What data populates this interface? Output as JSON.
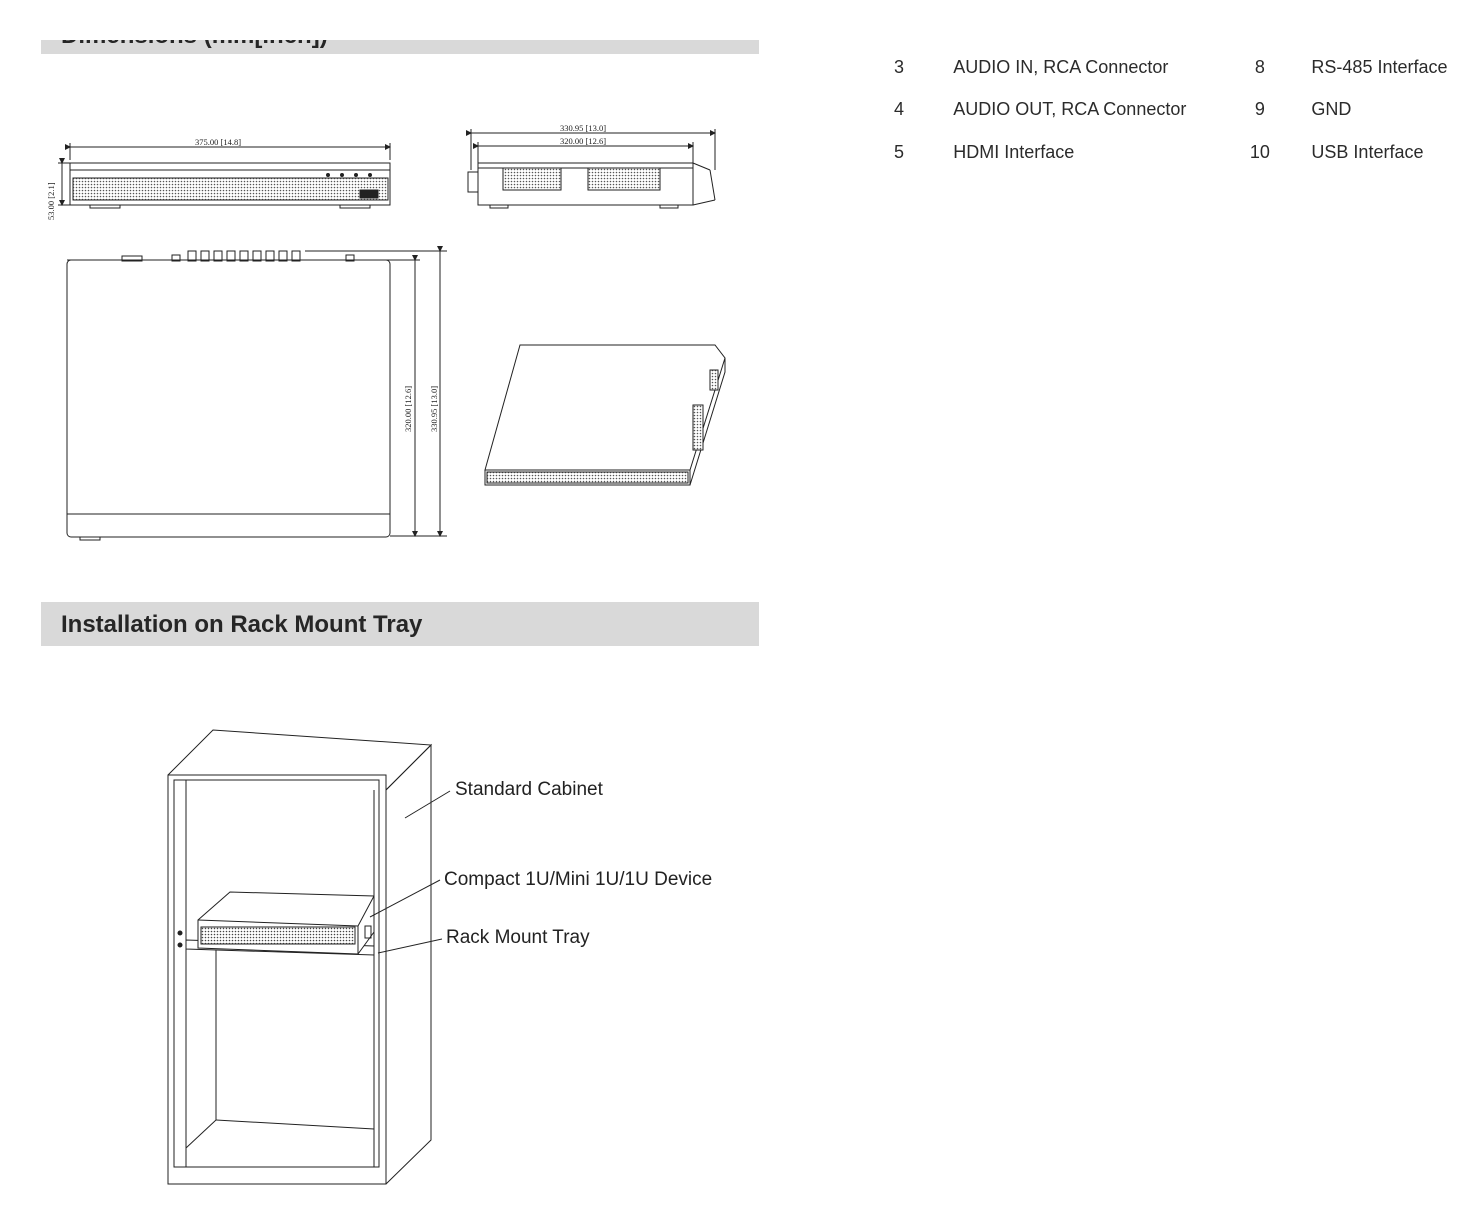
{
  "sections": {
    "dimensions_title": "Dimensions (mm[inch])",
    "rack_title": "Installation on Rack Mount Tray"
  },
  "dimensions": {
    "front_width": "375.00  [14.8]",
    "front_height": "53.00  [2.1]",
    "side_outer": "330.95  [13.0]",
    "side_inner": "320.00  [12.6]",
    "top_inner": "320.00  [12.6]",
    "top_outer": "330.95  [13.0]"
  },
  "rack_labels": {
    "cabinet": "Standard Cabinet",
    "device": "Compact 1U/Mini 1U/1U Device",
    "tray": "Rack Mount Tray"
  },
  "ports": [
    {
      "num_a": "3",
      "desc_a": "AUDIO IN, RCA Connector",
      "num_b": "8",
      "desc_b": "RS-485 Interface"
    },
    {
      "num_a": "4",
      "desc_a": "AUDIO OUT, RCA Connector",
      "num_b": "9",
      "desc_b": "GND"
    },
    {
      "num_a": "5",
      "desc_a": "HDMI Interface",
      "num_b": "10",
      "desc_b": "USB Interface"
    }
  ]
}
